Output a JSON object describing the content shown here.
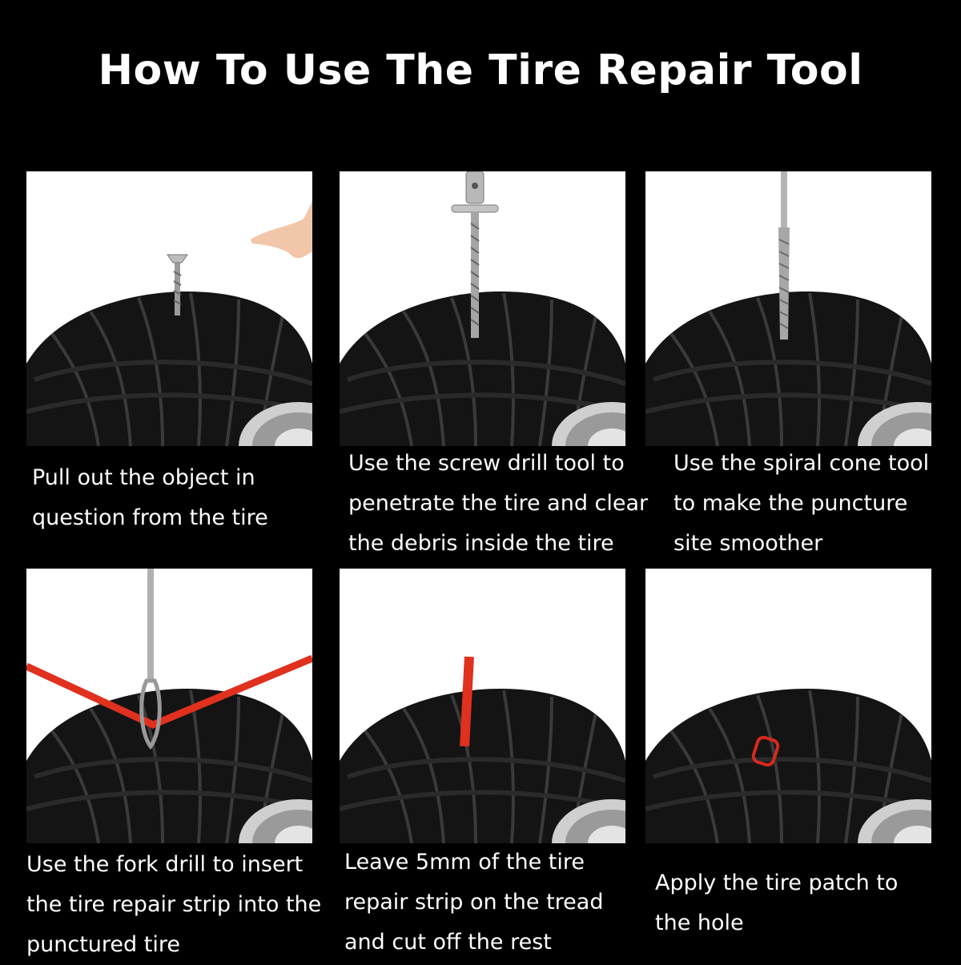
{
  "title": "How To Use The Tire Repair Tool",
  "steps": [
    {
      "caption": "Pull out the object in\nquestion from the tire",
      "tool_icon": "screw-icon"
    },
    {
      "caption": "Use the screw drill tool to\npenetrate the tire and clear\nthe debris inside the tire",
      "tool_icon": "screw-drill-tool-icon"
    },
    {
      "caption": "Use the spiral cone tool\nto make the puncture\nsite smoother",
      "tool_icon": "spiral-cone-tool-icon"
    },
    {
      "caption": "Use the fork drill to insert\nthe tire repair strip into the\npunctured tire",
      "tool_icon": "fork-drill-icon"
    },
    {
      "caption": "Leave 5mm of the tire\nrepair strip on the tread\nand cut off the rest",
      "tool_icon": "repair-strip-icon"
    },
    {
      "caption": "Apply the tire patch to\nthe hole",
      "tool_icon": "tire-patch-icon"
    }
  ],
  "colors": {
    "background": "#000000",
    "panel": "#ffffff",
    "tire": "#141414",
    "strip": "#e0301e"
  }
}
